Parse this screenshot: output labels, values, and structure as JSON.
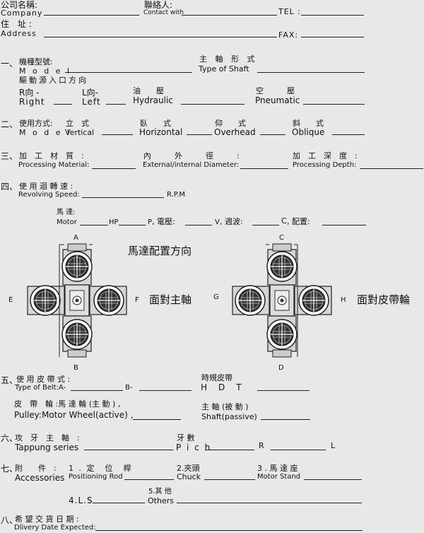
{
  "header": {
    "company_zh": "公司名稱:",
    "company_en": "Company",
    "contact_zh": "聯絡人:",
    "contact_en": "Contact with",
    "tel": "TEL :",
    "address_zh": "住　址 :",
    "address_en": "Address",
    "fax": "FAX:"
  },
  "s1": {
    "num": "一、",
    "model_zh": "機種型號:",
    "model_en": "M o d e l",
    "drive_zh": "驅動源入口方向",
    "shaft_zh": "主 軸 形 式",
    "shaft_en": "Type of Shaft",
    "r_zh": "R向 -",
    "r_en": "Right",
    "l_zh": "L向-",
    "l_en": "Left",
    "hyd_zh": "油　　壓",
    "hyd_en": "Hydraulic",
    "pneu_zh": "空　　　壓",
    "pneu_en": "Pneumatic"
  },
  "s2": {
    "num": "二、",
    "mode_zh": "使用方式:",
    "mode_en": "M o d e l",
    "vert_zh": "立　式",
    "vert_en": "Vertical",
    "horiz_zh": "臥　　式",
    "horiz_en": "Horizontal",
    "over_zh": "仰　　式",
    "over_en": "Overhead",
    "obl_zh": "斜　　式",
    "obl_en": "Oblique"
  },
  "s3": {
    "num": "三、",
    "mat_zh": "加　工　材　質　:",
    "mat_en": "Processing Material:",
    "dia_zh": "內　　　外　　　徑　　　:",
    "dia_en": "External/internal Diameter:",
    "depth_zh": "加　工　深　度　:",
    "depth_en": "Processing Depth:"
  },
  "s4": {
    "num": "四、",
    "speed_zh": "使 用 迴 轉 速 :",
    "speed_en": "Revolving Speed:",
    "rpm": "R.P.M",
    "motor_zh": "馬 達:",
    "motor_en": "Motor",
    "hp": "HP",
    "p": "P",
    "volt": ", 電壓:",
    "v": "V",
    "freq": ", 週波:",
    "c": "C",
    "config": ", 配置:"
  },
  "diagram": {
    "title": "馬達配置方向",
    "face_main": "面對主軸",
    "face_belt": "面對皮帶輪",
    "left": {
      "top": "A",
      "bottom": "B",
      "west": "E",
      "east": "F"
    },
    "right": {
      "top": "C",
      "bottom": "D",
      "west": "G",
      "east": "H"
    }
  },
  "s5": {
    "num": "五、",
    "belt_zh": "使 用 皮 帶 式 :",
    "belt_en": "Type of Belt:A-",
    "b": "B-",
    "htd_zh": "時規皮帶",
    "htd_en": "H　D　T",
    "pulley_zh": "皮　帶　輪 :馬 達 輪 (主 動 ) ,",
    "pulley_en": "Pulley:Motor Wheel(active) ,",
    "shaft_zh": "主 軸 (被 動 )",
    "shaft_en": "Shaft(passive)"
  },
  "s6": {
    "num": "六、",
    "tap_zh": "攻　牙　主　軸　:",
    "tap_en": "Tappung series",
    "pitch_zh": "牙 數",
    "pitch_en": "P i c h",
    "r": "R",
    "l": "L"
  },
  "s7": {
    "num": "七、",
    "acc_zh": "附　　件　:",
    "acc_en": "Accessories",
    "rod_zh": "1 . 定　位　桿",
    "rod_en": "Positioning Rod",
    "chuck_zh": "2.夾頭",
    "chuck_en": "Chuck",
    "stand_zh": "3 . 馬 達 座",
    "stand_en": "Motor Stand",
    "ls": "4.L.S",
    "others_zh": "5.其 他",
    "others_en": "Others"
  },
  "s8": {
    "num": "八、",
    "date_zh": "希 望 交 貨 日 期 :",
    "date_en": "Dlivery Date Expected:"
  }
}
